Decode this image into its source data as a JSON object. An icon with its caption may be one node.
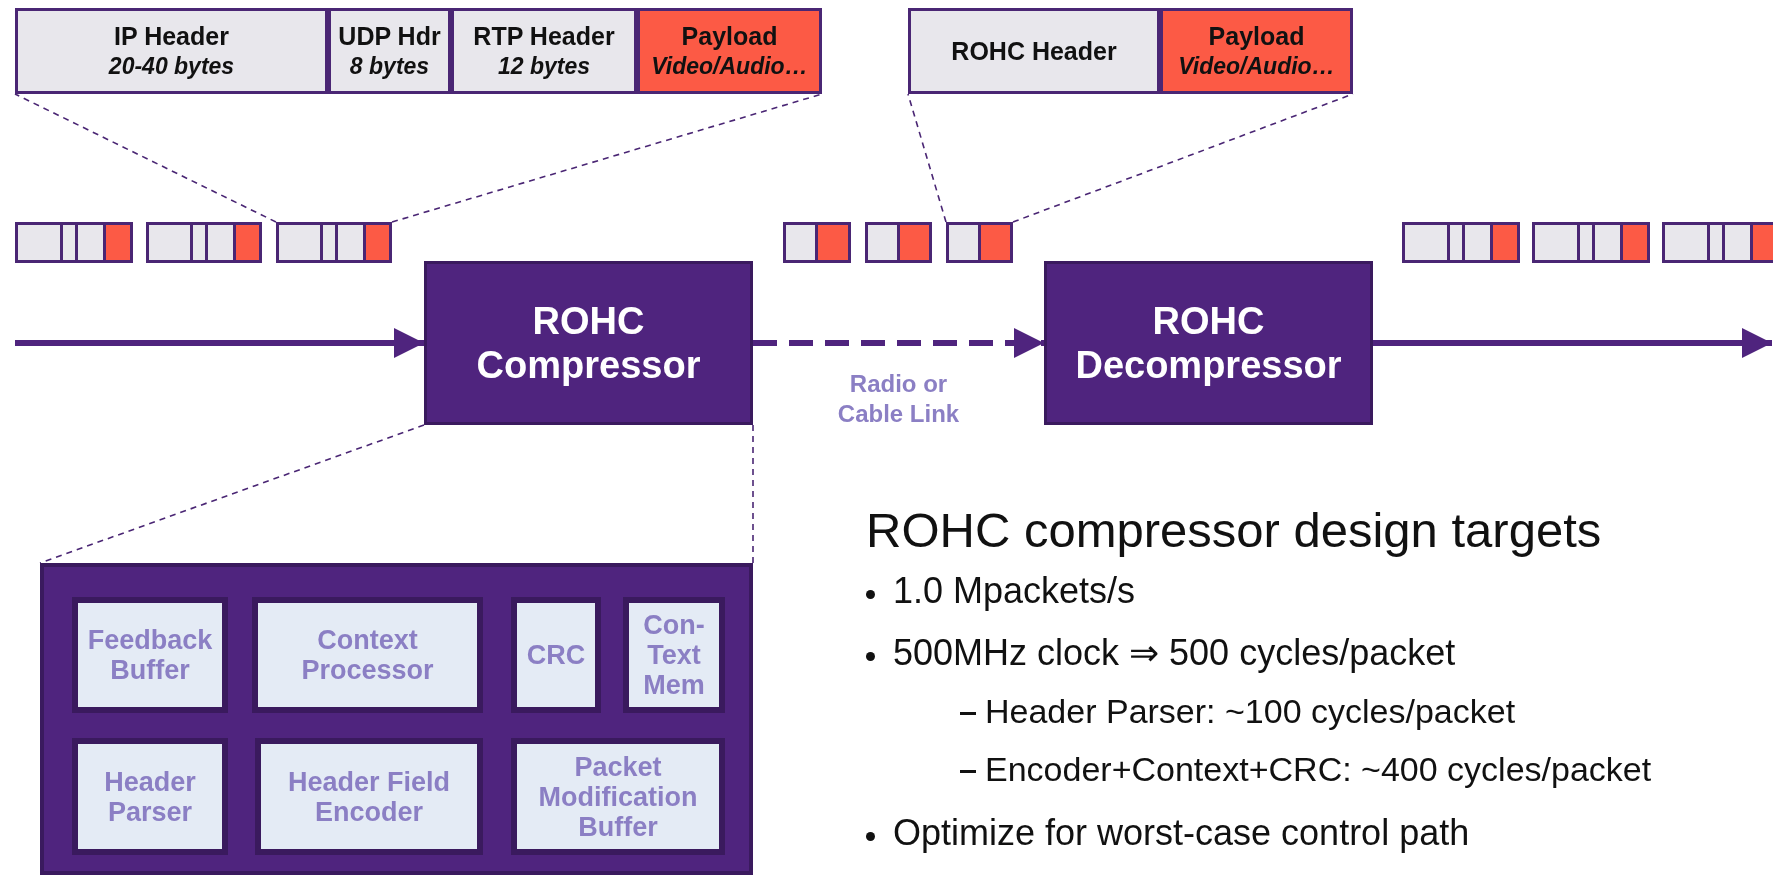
{
  "diagram": {
    "nodes": [
      {
        "text": [
          "IP Header",
          "20-40 bytes"
        ]
      },
      {
        "text": [
          "UDP Hdr",
          "8 bytes"
        ]
      },
      {
        "text": [
          "RTP Header",
          "12 bytes"
        ]
      },
      {
        "text": [
          "Payload",
          "Video/Audio…"
        ]
      },
      {
        "text": [
          "ROHC Header"
        ]
      },
      {
        "text": [
          "Payload",
          "Video/Audio…"
        ]
      },
      {
        "text": [],
        "shape": "box"
      },
      {
        "text": [],
        "shape": "box"
      },
      {
        "text": [],
        "shape": "box"
      },
      {
        "text": [],
        "shape": "box"
      },
      {
        "text": [],
        "shape": "box"
      },
      {
        "text": [],
        "shape": "box"
      },
      {
        "text": [],
        "shape": "box"
      },
      {
        "text": [],
        "shape": "box"
      },
      {
        "text": [],
        "shape": "box"
      },
      {
        "text": [
          "ROHC Compressor"
        ]
      },
      {
        "text": [
          "ROHC Decompressor"
        ]
      },
      {
        "text": [],
        "shape": "box"
      },
      {
        "text": [
          "Feedback Buffer"
        ],
        "in": 17
      },
      {
        "text": [
          "Context Processor"
        ],
        "in": 17
      },
      {
        "text": [
          "CRC"
        ],
        "in": 17
      },
      {
        "text": [
          "Con-Text Mem"
        ],
        "in": 17
      },
      {
        "text": [
          "Header Parser"
        ],
        "in": 17
      },
      {
        "text": [
          "Header Field Encoder"
        ],
        "in": 17
      },
      {
        "text": [
          "Packet Modification Buffer"
        ],
        "in": 17
      }
    ],
    "edges": [
      {
        "from": null,
        "to": 15,
        "arrow": "to",
        "style": "thick"
      },
      {
        "from": 15,
        "to": 16,
        "arrow": "to",
        "style": "dashed",
        "label": "Radio or Cable Link"
      },
      {
        "from": 16,
        "to": null,
        "arrow": "to",
        "style": "thick"
      },
      {
        "from": 8,
        "to": 0,
        "arrow": "none",
        "style": "dashed"
      },
      {
        "from": 8,
        "to": 3,
        "arrow": "none",
        "style": "dashed"
      },
      {
        "from": 11,
        "to": 4,
        "arrow": "none",
        "style": "dashed"
      },
      {
        "from": 11,
        "to": 5,
        "arrow": "none",
        "style": "dashed"
      },
      {
        "from": 15,
        "to": 17,
        "arrow": "none",
        "style": "dashed"
      },
      {
        "from": 15,
        "to": 17,
        "arrow": "none",
        "style": "dashed"
      }
    ],
    "labels": [
      "ROHC compressor design targets",
      "1.0 Mpackets/s",
      "500MHz clock ⇒ 500 cycles/packet",
      "Header Parser: ~100 cycles/packet",
      "Encoder+Context+CRC: ~400 cycles/packet",
      "Optimize for worst-case control path"
    ]
  }
}
